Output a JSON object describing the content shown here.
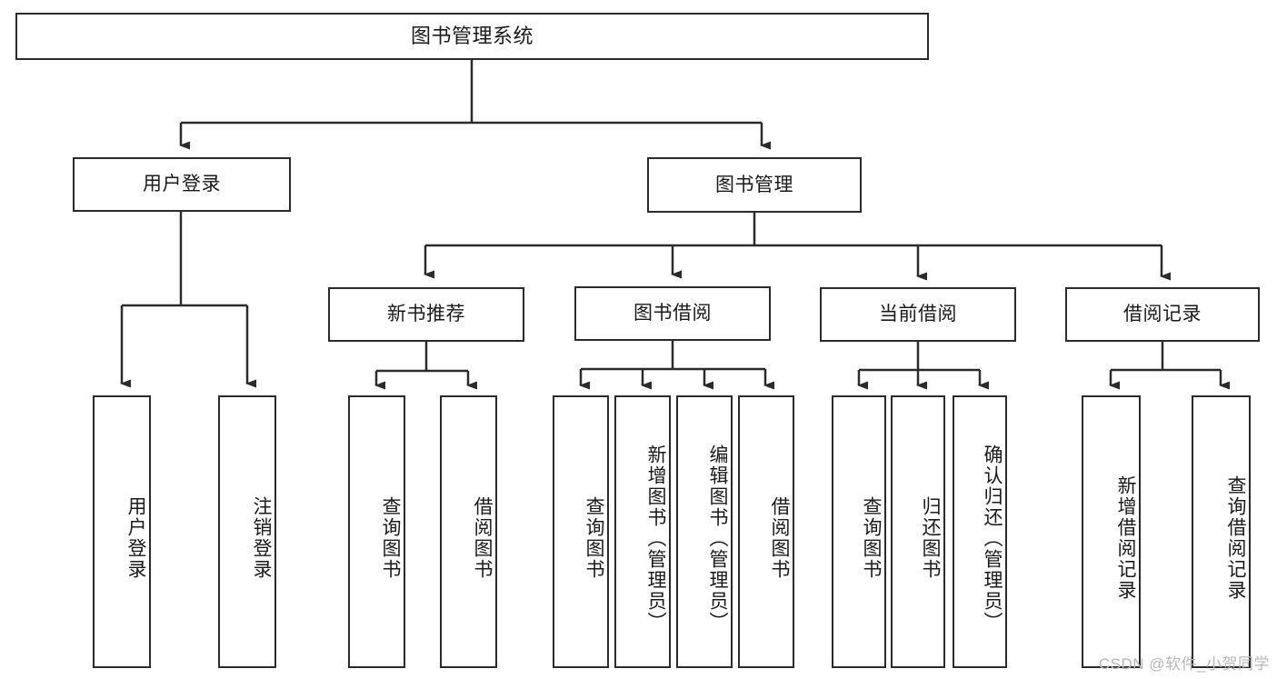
{
  "diagram": {
    "title": "图书管理系统",
    "type": "tree-hierarchy-diagram",
    "root": {
      "label": "图书管理系统"
    },
    "level2": [
      {
        "label": "用户登录"
      },
      {
        "label": "图书管理"
      }
    ],
    "level3": [
      {
        "label": "新书推荐"
      },
      {
        "label": "图书借阅"
      },
      {
        "label": "当前借阅"
      },
      {
        "label": "借阅记录"
      }
    ],
    "leaves": {
      "user_login": [
        {
          "label": "用户登录"
        },
        {
          "label": "注销登录"
        }
      ],
      "new_book_recommend": [
        {
          "label": "查询图书"
        },
        {
          "label": "借阅图书"
        }
      ],
      "book_borrow": [
        {
          "label": "查询图书"
        },
        {
          "label": "新增图书（管理员）"
        },
        {
          "label": "编辑图书（管理员）"
        },
        {
          "label": "借阅图书"
        }
      ],
      "current_borrow": [
        {
          "label": "查询图书"
        },
        {
          "label": "归还图书"
        },
        {
          "label": "确认归还（管理员）"
        }
      ],
      "borrow_record": [
        {
          "label": "新增借阅记录"
        },
        {
          "label": "查询借阅记录"
        }
      ]
    },
    "watermark": "CSDN @软件_小贺同学",
    "colors": {
      "border": "#2b2b2b",
      "text": "#1a1a1a",
      "background": "#ffffff",
      "watermark": "#b7b7b7"
    }
  }
}
